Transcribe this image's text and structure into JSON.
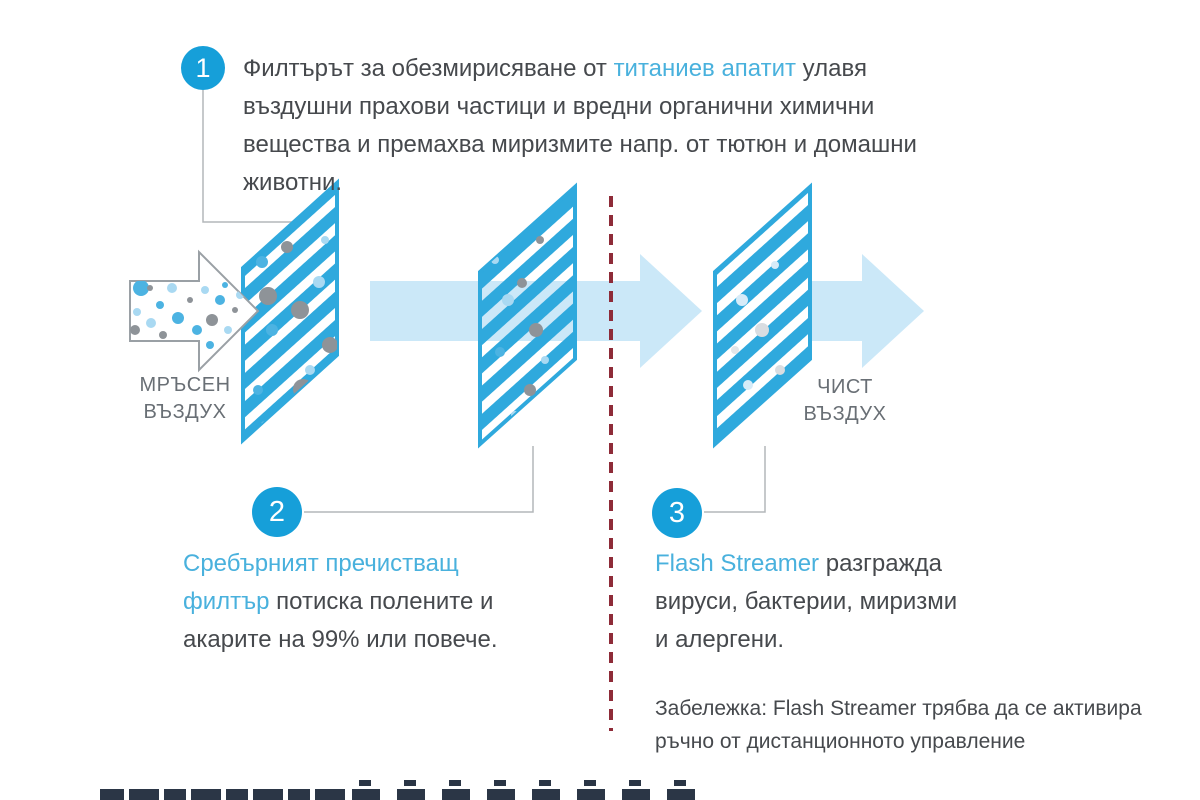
{
  "title": "Air purification process diagram",
  "steps": [
    {
      "number": "1",
      "text_before": "Филтърът за обезмирисяване от ",
      "highlight": "титаниев апатит",
      "text_after": " улавя въздушни прахови частици и вредни органични химични вещества и премахва миризмите напр. от тютюн и домашни животни."
    },
    {
      "number": "2",
      "text_before": "",
      "highlight": "Сребърният пречистващ филтър",
      "text_after": " потиска полените и акарите на 99% или повече."
    },
    {
      "number": "3",
      "text_before": "",
      "highlight": "Flash Streamer",
      "text_after": " разгражда вируси, бактерии, миризми и алергени."
    }
  ],
  "labels": {
    "dirty_air": "МРЪСЕН ВЪЗДУХ",
    "clean_air": "ЧИСТ ВЪЗДУХ"
  },
  "note": "Забележка: Flash Streamer трябва да се активира ръчно от дистанционното управление",
  "colors": {
    "accent_blue": "#169fd9",
    "filter_stripe_blue": "#2fa9dd",
    "highlight_text_blue": "#49b1dd",
    "body_text": "#46494d",
    "flow_label_gray": "#696f75",
    "connector_gray": "#b4b7ba",
    "airflow_band_blue": "#cbe8f8",
    "divider_red": "#8e2b38",
    "particle_gray": "#8e9398",
    "particle_blue": "#4cb3e2",
    "particle_light_blue": "#a9d9f2",
    "bottom_bar_navy": "#2b3646"
  }
}
